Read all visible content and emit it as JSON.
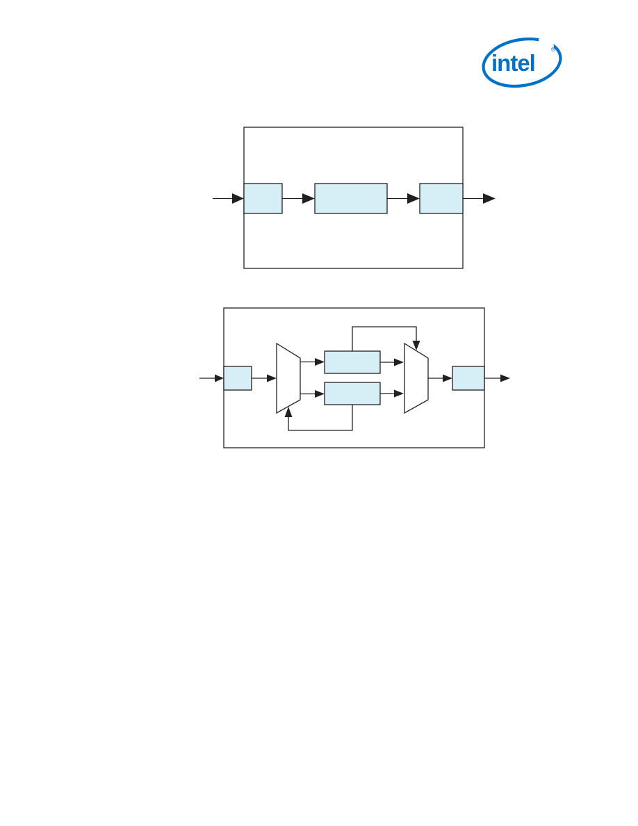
{
  "logo": {
    "text": "intel",
    "trademark": "®",
    "icon": "intel-logo-icon"
  },
  "colors": {
    "brand_blue": "#0071c5",
    "block_fill": "#d6eef6",
    "line": "#231f20",
    "background": "#ffffff"
  },
  "diagrams": [
    {
      "name": "sequential-pipeline",
      "blocks": [
        "input-stage",
        "processing-stage",
        "output-stage"
      ],
      "labels": []
    },
    {
      "name": "parallel-pipeline",
      "blocks": [
        "input-stage",
        "processing-stage-a",
        "processing-stage-b",
        "output-stage"
      ],
      "mux_count": 2,
      "labels": []
    }
  ]
}
